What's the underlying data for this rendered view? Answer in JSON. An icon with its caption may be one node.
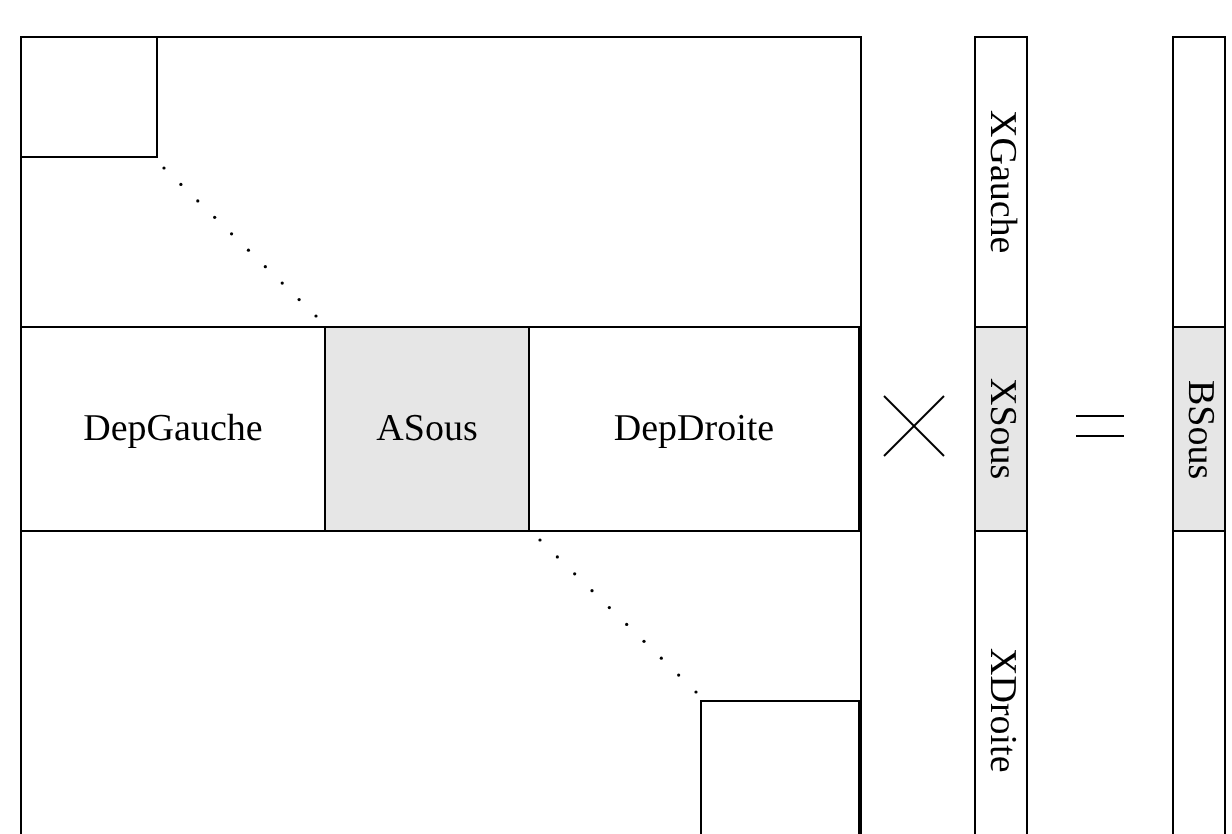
{
  "diagram": {
    "nodes": [
      {
        "text": [],
        "shape": "box"
      },
      {
        "text": [],
        "shape": "box",
        "in": 0
      },
      {
        "text": [
          "DepGauche"
        ],
        "in": 0
      },
      {
        "text": [
          "ASous"
        ],
        "in": 0
      },
      {
        "text": [
          "DepDroite"
        ],
        "in": 0
      },
      {
        "text": [],
        "shape": "box",
        "in": 0
      },
      {
        "text": [],
        "shape": "box"
      },
      {
        "text": [
          "XGauche"
        ],
        "in": 6
      },
      {
        "text": [
          "XSous"
        ],
        "in": 6
      },
      {
        "text": [
          "XDroite"
        ],
        "in": 6
      },
      {
        "text": [],
        "shape": "box"
      },
      {
        "text": [
          "BSous"
        ],
        "in": 10
      }
    ]
  }
}
